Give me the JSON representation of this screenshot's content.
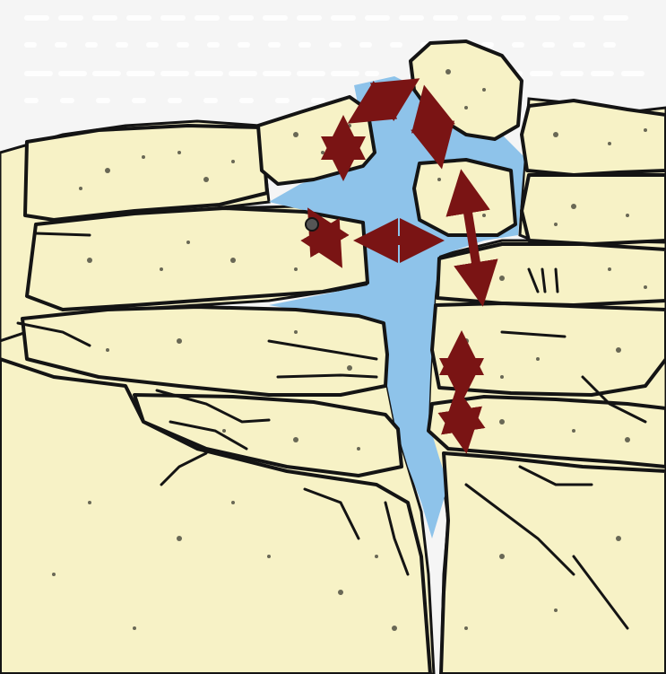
{
  "illustration": {
    "subject": "frost-wedging",
    "colors": {
      "sky": "#f5f5f5",
      "rock": "#f7f2c6",
      "rock_outline": "#141414",
      "water": "#8ec3ea",
      "arrow": "#7a1414",
      "speckle": "#3a3a30"
    },
    "arrow_count": 8,
    "block_count": 14
  }
}
